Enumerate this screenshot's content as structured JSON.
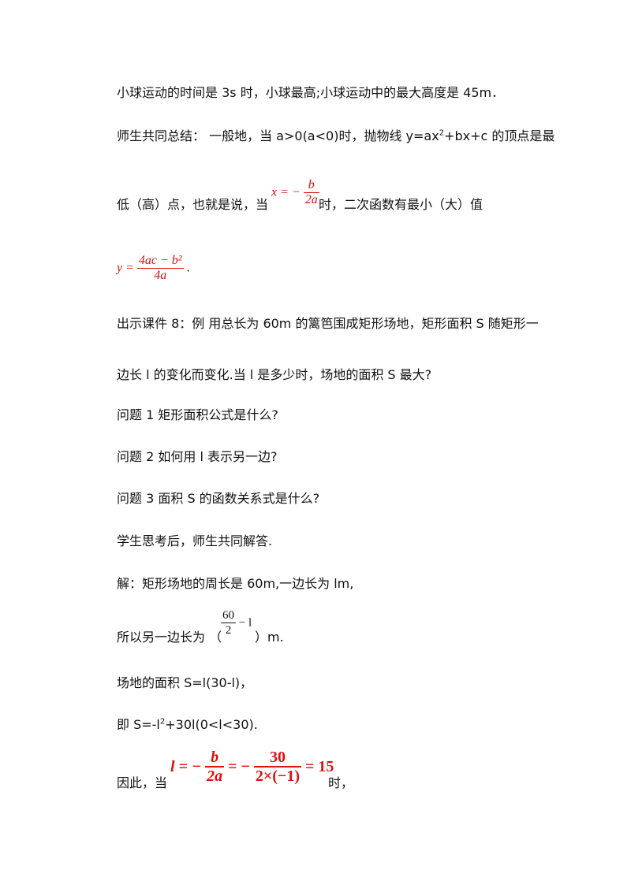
{
  "lines": {
    "l1": "小球运动的时间是 3s 时，小球最高;小球运动中的最大高度是 45m．",
    "l2_pre": "师生共同总结：  一般地，当 a>0(a<0)时，抛物线 y=ax",
    "l2_sup": "2",
    "l2_post": "+bx+c 的顶点是最",
    "l3_pre": "低（高）点，也就是说，当",
    "l3_post": "时，二次函数有最小（大）值",
    "l4_post": ".",
    "l5": "出示课件 8：例  用总长为 60m 的篱笆围成矩形场地，矩形面积 S 随矩形一",
    "l6": "边长 l 的变化而变化.当 l 是多少时，场地的面积 S 最大?",
    "l7": "问题 1  矩形面积公式是什么?",
    "l8": "问题 2  如何用 l 表示另一边?",
    "l9": "问题 3  面积 S 的函数关系式是什么?",
    "l10": "学生思考后，师生共同解答.",
    "l11": "解：矩形场地的周长是 60m,一边长为 lm,",
    "l12_pre": "所以另一边长为 （",
    "l12_post": "）m.",
    "l13": "场地的面积 S=l(30-l)，",
    "l14_pre": "即 S=-l",
    "l14_sup": "2",
    "l14_post": "+30l(0<l<30).",
    "l15_pre": "因此，当",
    "l15_post": "时，"
  },
  "math": {
    "vertex_x_lhs": "x = −",
    "vertex_x_num": "b",
    "vertex_x_den": "2a",
    "ymax_lhs": "y =",
    "ymax_num": "4ac − b²",
    "ymax_den": "4a",
    "side_num": "60",
    "side_den": "2",
    "side_rest": "− l",
    "l_lhs": "l = −",
    "l_frac1_num": "b",
    "l_frac1_den": "2a",
    "l_mid": "= −",
    "l_frac2_num": "30",
    "l_frac2_den": "2×(−1)",
    "l_rhs": "= 15"
  },
  "colors": {
    "math": "#dd1111",
    "text": "#111111"
  }
}
